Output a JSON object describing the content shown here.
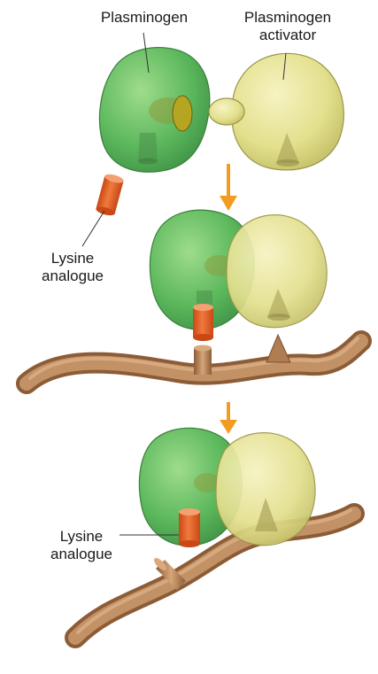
{
  "labels": {
    "plasminogen": "Plasminogen",
    "plasminogen_activator": [
      "Plasminogen",
      "activator"
    ],
    "lysine_analogue_1": [
      "Lysine",
      "analogue"
    ],
    "lysine_analogue_2": [
      "Lysine",
      "analogue"
    ]
  },
  "colors": {
    "plasminogen_green": "#5cb85c",
    "activator_yellow": "#e3e08e",
    "lysine_orange": "#e8622a",
    "fibrin_brown": "#b5835a",
    "arrow_orange": "#f39c22"
  }
}
